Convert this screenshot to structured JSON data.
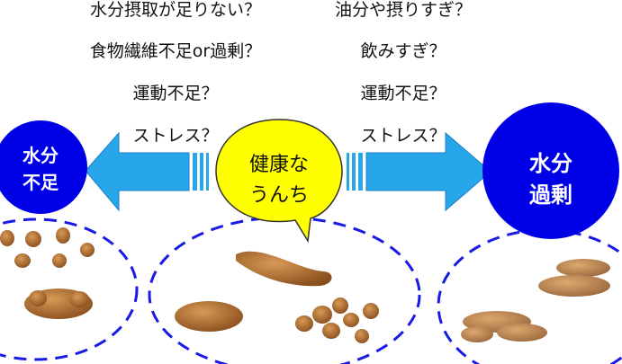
{
  "left_causes": [
    "水分摂取が足りない？",
    "食物繊維不足or過剰？",
    "運動不足？",
    "ストレス？"
  ],
  "right_causes": [
    "油分や摂りすぎ？",
    "飲みすぎ？",
    "運動不足？",
    "ストレス？"
  ],
  "left_circle": {
    "line1": "水分",
    "line2": "不足"
  },
  "center_bubble": {
    "line1": "健康な",
    "line2": "うんち"
  },
  "right_circle": {
    "line1": "水分",
    "line2": "過剰"
  },
  "colors": {
    "circle": "#0000e6",
    "arrow": "#27a6ea",
    "bubble": "#ffff00",
    "dash": "#1a1ae6",
    "stool": "#a3652c"
  }
}
